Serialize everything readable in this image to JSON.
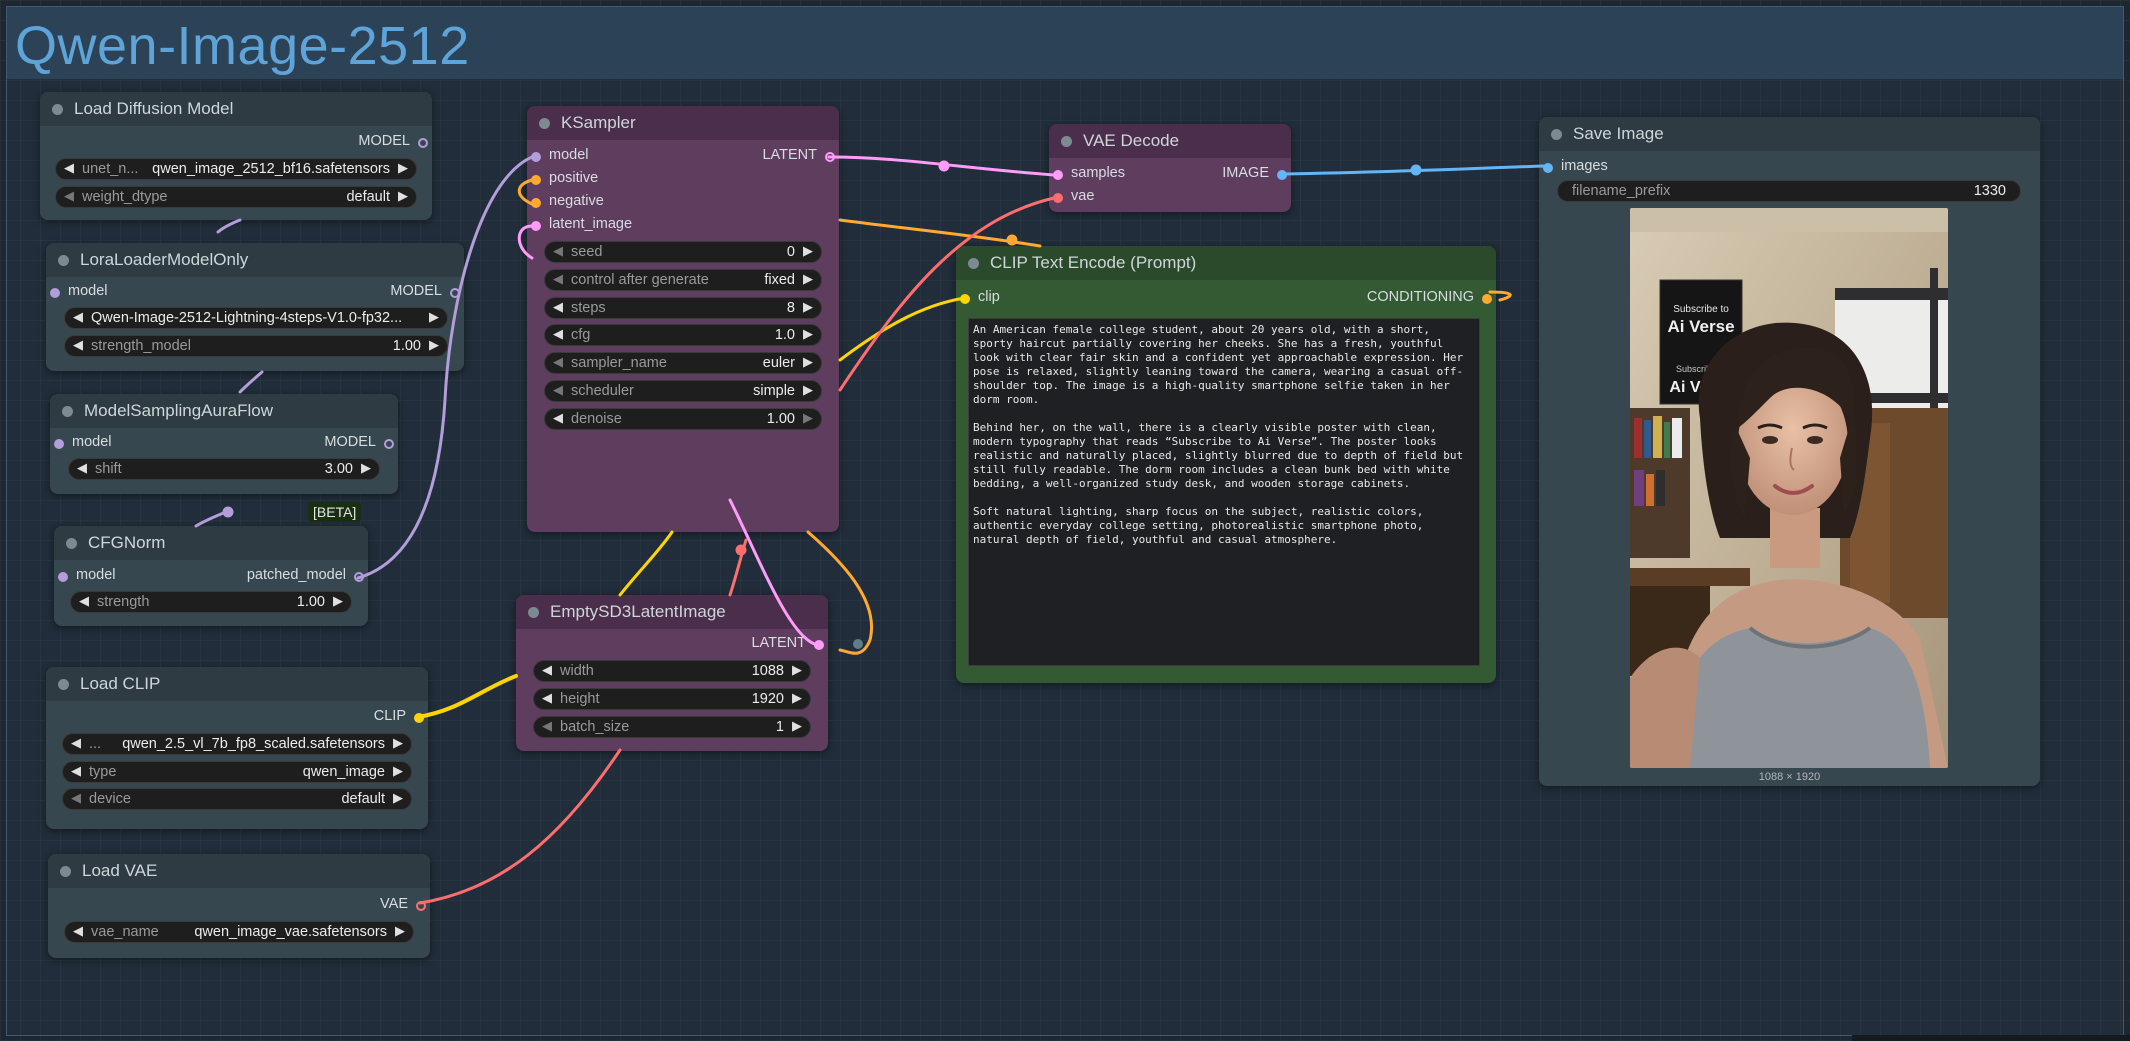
{
  "group": {
    "title": "Qwen-Image-2512"
  },
  "colors": {
    "model": "#b39ddb",
    "latent": "#ff9cf9",
    "conditioning": "#ffa931",
    "clip": "#ffd500",
    "vae": "#ff6e6e",
    "image": "#64b5f6"
  },
  "nodes": {
    "load_diffusion_model": {
      "title": "Load Diffusion Model",
      "output": "MODEL",
      "widgets": [
        {
          "label": "unet_n...",
          "value": "qwen_image_2512_bf16.safetensors"
        },
        {
          "label": "weight_dtype",
          "value": "default"
        }
      ]
    },
    "lora_loader": {
      "title": "LoraLoaderModelOnly",
      "input": "model",
      "output": "MODEL",
      "widgets": [
        {
          "label": "",
          "value": "Qwen-Image-2512-Lightning-4steps-V1.0-fp32..."
        },
        {
          "label": "strength_model",
          "value": "1.00"
        }
      ]
    },
    "model_sampling": {
      "title": "ModelSamplingAuraFlow",
      "input": "model",
      "output": "MODEL",
      "widgets": [
        {
          "label": "shift",
          "value": "3.00"
        }
      ],
      "badge": "[BETA]"
    },
    "cfgnorm": {
      "title": "CFGNorm",
      "input": "model",
      "output": "patched_model",
      "widgets": [
        {
          "label": "strength",
          "value": "1.00"
        }
      ]
    },
    "load_clip": {
      "title": "Load CLIP",
      "output": "CLIP",
      "widgets": [
        {
          "label": "...",
          "value": "qwen_2.5_vl_7b_fp8_scaled.safetensors"
        },
        {
          "label": "type",
          "value": "qwen_image"
        },
        {
          "label": "device",
          "value": "default"
        }
      ]
    },
    "load_vae": {
      "title": "Load VAE",
      "output": "VAE",
      "widgets": [
        {
          "label": "vae_name",
          "value": "qwen_image_vae.safetensors"
        }
      ]
    },
    "ksampler": {
      "title": "KSampler",
      "inputs": [
        "model",
        "positive",
        "negative",
        "latent_image"
      ],
      "output": "LATENT",
      "widgets": [
        {
          "label": "seed",
          "value": "0"
        },
        {
          "label": "control after generate",
          "value": "fixed"
        },
        {
          "label": "steps",
          "value": "8"
        },
        {
          "label": "cfg",
          "value": "1.0"
        },
        {
          "label": "sampler_name",
          "value": "euler"
        },
        {
          "label": "scheduler",
          "value": "simple"
        },
        {
          "label": "denoise",
          "value": "1.00"
        }
      ]
    },
    "empty_latent": {
      "title": "EmptySD3LatentImage",
      "output": "LATENT",
      "widgets": [
        {
          "label": "width",
          "value": "1088"
        },
        {
          "label": "height",
          "value": "1920"
        },
        {
          "label": "batch_size",
          "value": "1"
        }
      ]
    },
    "vae_decode": {
      "title": "VAE Decode",
      "inputs": [
        "samples",
        "vae"
      ],
      "output": "IMAGE"
    },
    "clip_text_encode": {
      "title": "CLIP Text Encode (Prompt)",
      "input": "clip",
      "output": "CONDITIONING",
      "text": "An American female college student, about 20 years old, with a short, sporty haircut partially covering her cheeks. She has a fresh, youthful look with clear fair skin and a confident yet approachable expression. Her pose is relaxed, slightly leaning toward the camera, wearing a casual off-shoulder top. The image is a high-quality smartphone selfie taken in her dorm room.\n\nBehind her, on the wall, there is a clearly visible poster with clean, modern typography that reads “Subscribe to Ai Verse”. The poster looks realistic and naturally placed, slightly blurred due to depth of field but still fully readable. The dorm room includes a clean bunk bed with white bedding, a well-organized study desk, and wooden storage cabinets.\n\nSoft natural lighting, sharp focus on the subject, realistic colors, authentic everyday college setting, photorealistic smartphone photo, natural depth of field, youthful and casual atmosphere."
    },
    "save_image": {
      "title": "Save Image",
      "input": "images",
      "widgets": [
        {
          "label": "filename_prefix",
          "value": "1330"
        }
      ],
      "poster_lines": [
        "Subscribe to",
        "Ai Verse",
        "Subscribe to",
        "Ai Verse"
      ],
      "image_size": "1088 × 1920"
    }
  }
}
